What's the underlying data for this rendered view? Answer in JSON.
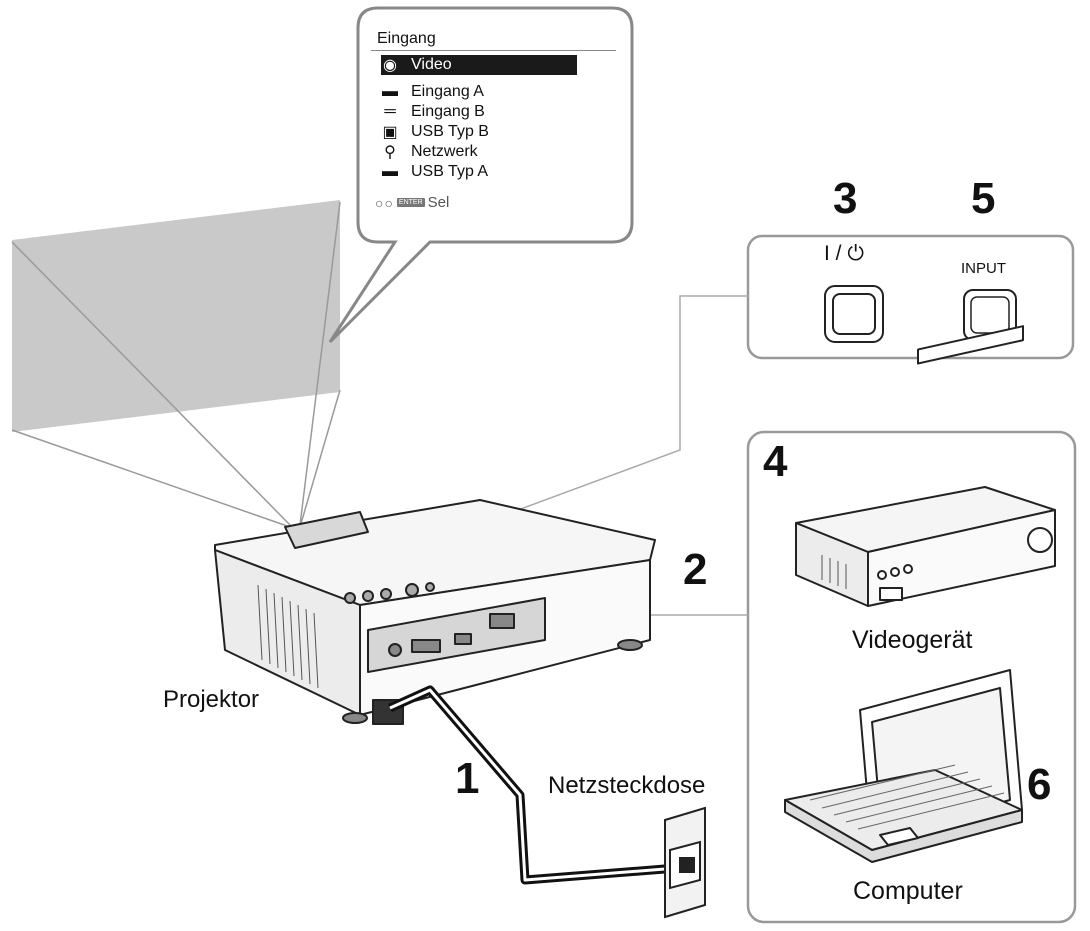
{
  "osd_menu": {
    "title": "Eingang",
    "items": [
      {
        "label": "Video",
        "icon": "video-input-icon",
        "selected": true
      },
      {
        "label": "Eingang A",
        "icon": "input-a-icon",
        "selected": false
      },
      {
        "label": "Eingang B",
        "icon": "input-b-icon",
        "selected": false
      },
      {
        "label": "USB Typ B",
        "icon": "usb-b-icon",
        "selected": false
      },
      {
        "label": "Netzwerk",
        "icon": "network-icon",
        "selected": false
      },
      {
        "label": "USB Typ A",
        "icon": "usb-a-icon",
        "selected": false
      }
    ],
    "footer_key": "ENTER",
    "footer_label": "Sel"
  },
  "buttons_panel": {
    "power_label": "I / ⏻",
    "input_label": "INPUT"
  },
  "steps": {
    "s1": "1",
    "s2": "2",
    "s3": "3",
    "s4": "4",
    "s5": "5",
    "s6": "6"
  },
  "labels": {
    "projector": "Projektor",
    "outlet": "Netzsteckdose",
    "video_device": "Videogerät",
    "computer": "Computer"
  },
  "colors": {
    "line": "#333333",
    "panel_border": "#999999",
    "screen": "#c9c9c9",
    "osd_highlight": "#1a1a1a"
  }
}
